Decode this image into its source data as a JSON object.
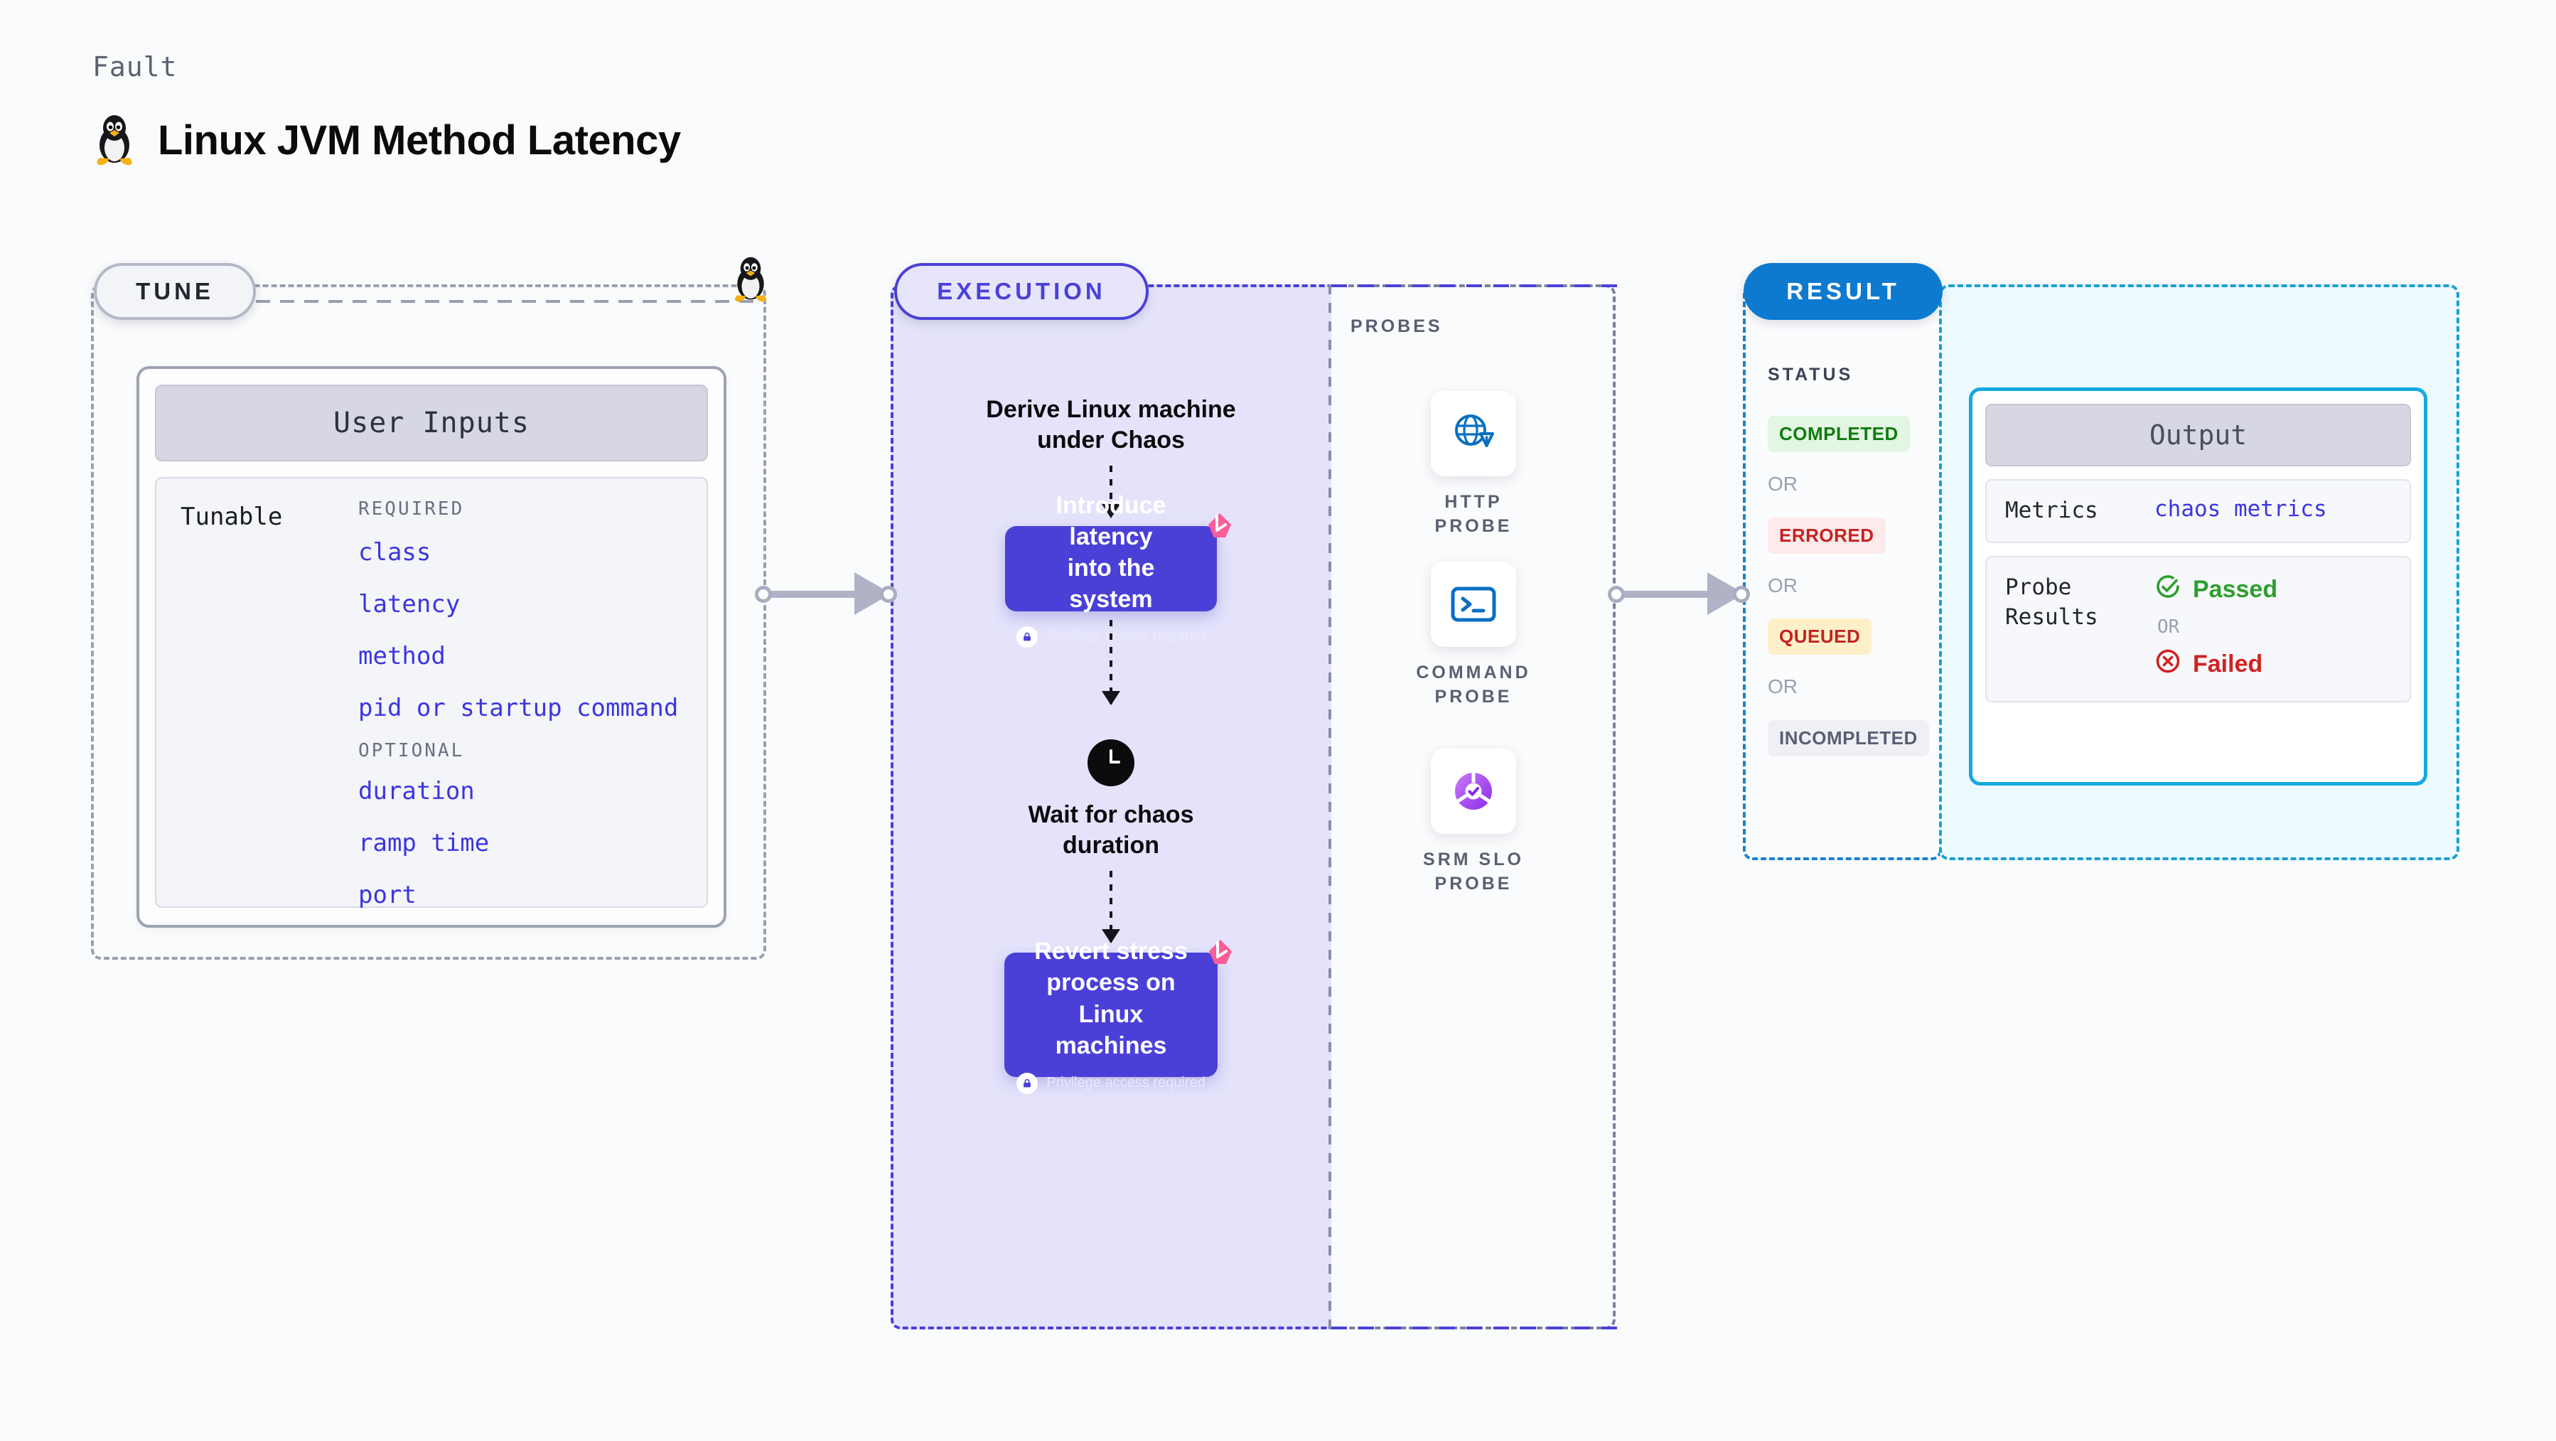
{
  "header": {
    "eyebrow": "Fault",
    "title": "Linux JVM Method Latency",
    "icon": "linux-penguin-icon"
  },
  "tune": {
    "pill_label": "TUNE",
    "card": {
      "title": "User Inputs",
      "row_label": "Tunable",
      "groups": [
        {
          "title": "REQUIRED",
          "items": [
            "class",
            "latency",
            "method",
            "pid or startup command"
          ]
        },
        {
          "title": "OPTIONAL",
          "items": [
            "duration",
            "ramp time",
            "port"
          ]
        }
      ]
    }
  },
  "execution": {
    "pill_label": "EXECUTION",
    "steps": [
      {
        "kind": "text",
        "label": "Derive Linux machine\nunder Chaos"
      },
      {
        "kind": "card",
        "label": "Introduce latency\ninto the system",
        "note": "Privilege access required",
        "badge": "litmus-pink-badge"
      },
      {
        "kind": "wait",
        "label": "Wait for chaos\nduration",
        "icon": "clock-icon"
      },
      {
        "kind": "card",
        "label": "Revert stress\nprocess on Linux\nmachines",
        "note": "Privilege access required",
        "badge": "litmus-pink-badge"
      }
    ]
  },
  "probes": {
    "title": "PROBES",
    "items": [
      {
        "name": "HTTP  PROBE",
        "icon": "globe-warning-icon"
      },
      {
        "name": "COMMAND\nPROBE",
        "icon": "terminal-icon"
      },
      {
        "name": "SRM  SLO\nPROBE",
        "icon": "slo-donut-icon"
      }
    ]
  },
  "result": {
    "pill_label": "RESULT",
    "status_title": "STATUS",
    "or_label": "OR",
    "statuses": [
      {
        "label": "COMPLETED",
        "fg": "#107c10",
        "bg": "#e3f5e3"
      },
      {
        "label": "ERRORED",
        "fg": "#c62121",
        "bg": "#fdeaea"
      },
      {
        "label": "QUEUED",
        "fg": "#c62121",
        "bg": "#fdf0c9"
      },
      {
        "label": "INCOMPLETED",
        "fg": "#5a5f72",
        "bg": "#eef0f5"
      }
    ],
    "output": {
      "title": "Output",
      "metrics_key": "Metrics",
      "metrics_value": "chaos metrics",
      "probe_key": "Probe\nResults",
      "passed_label": "Passed",
      "failed_label": "Failed",
      "or_label": "OR"
    }
  },
  "colors": {
    "indigo": "#4a40d8",
    "pink": "#fb5d97",
    "blue": "#0d7ad0",
    "cyan": "#16a9e0",
    "green": "#107c10",
    "red": "#c62121"
  }
}
